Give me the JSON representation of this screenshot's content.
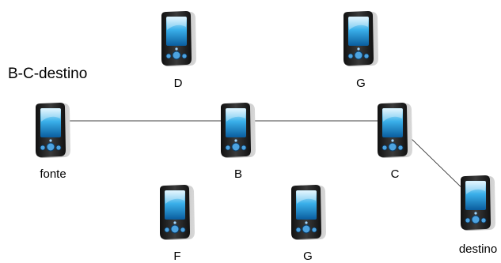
{
  "diagram": {
    "title": "B-C-destino",
    "nodes": [
      {
        "id": "D",
        "label": "D"
      },
      {
        "id": "G_top",
        "label": "G"
      },
      {
        "id": "fonte",
        "label": "fonte"
      },
      {
        "id": "B",
        "label": "B"
      },
      {
        "id": "C",
        "label": "C"
      },
      {
        "id": "F",
        "label": "F"
      },
      {
        "id": "G_bottom",
        "label": "G"
      },
      {
        "id": "destino",
        "label": "destino"
      }
    ],
    "edges": [
      {
        "from": "fonte",
        "to": "B"
      },
      {
        "from": "B",
        "to": "C"
      },
      {
        "from": "C",
        "to": "destino"
      }
    ],
    "colors": {
      "device_body": "#222222",
      "screen_top": "#d8f3ff",
      "screen_bottom": "#0a5d9e",
      "button": "#4da3e0",
      "edge": "#000000"
    },
    "icon": "pda-device-icon"
  }
}
